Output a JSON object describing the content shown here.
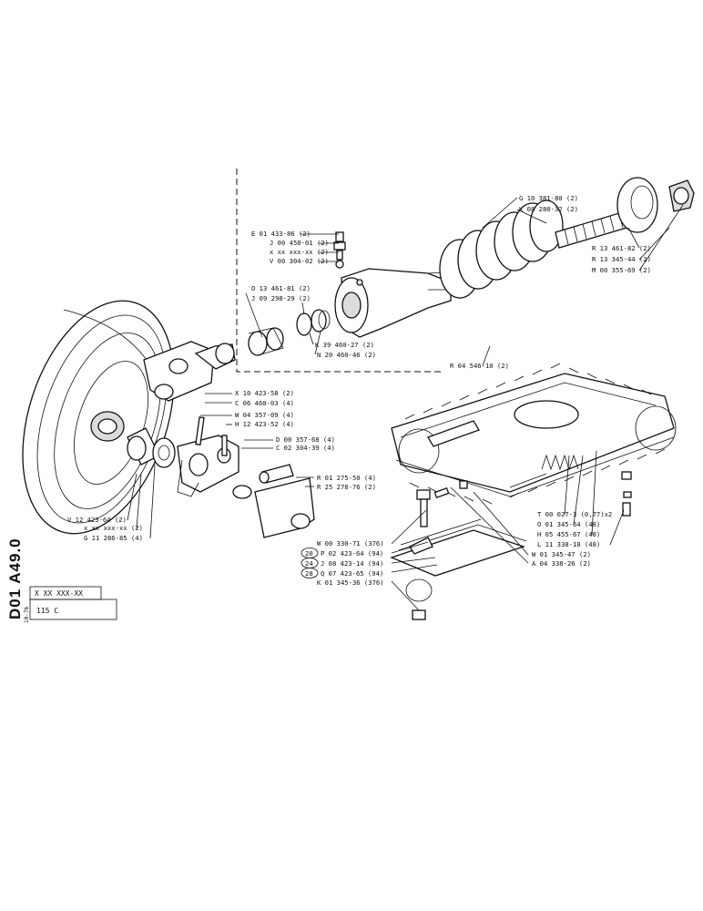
{
  "drawing": {
    "code": "D01 A49.0",
    "code_suffix": "10-76",
    "part_code": "X XX XXX-XX",
    "model": "115 C"
  },
  "labels": {
    "e0143386": "E 01 433-86 (2)",
    "j0045801": "J 00 458-01 (2)",
    "xxxxx": "x xx xxx-xx (2)",
    "v0030402": "V 00 304-02 (2)",
    "o1346181": "O 13 461-81 (2)",
    "j0929829": "J 09 298-29 (2)",
    "k3946027": "K 39 460-27 (2)",
    "n2046046": "N 20 460-46 (2)",
    "g1038180": "G 10 381-80 (2)",
    "k0828032": "K 08 280-32 (2)",
    "r1346182": "R 13 461-82 (2)",
    "r1334544": "R 13 345-44 (2)",
    "m0035569": "M 00 355-69 (2)",
    "r0454610": "R 04 546-10 (2)",
    "x1042358": "X 10 423-58 (2)",
    "c0646003": "C 06 460-03 (4)",
    "w0435709": "W 04 357-09 (4)",
    "h1242352": "H 12 423-52 (4)",
    "d0035768": "D 00 357-68 (4)",
    "c0230439": "C 02 304-39 (4)",
    "r0127550": "R 01 275-50 (4)",
    "r2527876": "R 25 278-76 (2)",
    "v1242364": "V 12 423-64 (2)",
    "xxxxx2": "x xx xxx-xx (2)",
    "g1128685": "G 11 286-85 (4)",
    "t0002731": "T 00 027-3 (0,77)x2",
    "o0134564": "O 01 345-64 (48)",
    "h0545567": "H 05 455-67 (48)",
    "l1133818": "L 11 338-18 (48)",
    "w0134547": "W 01 345-47 (2)",
    "a0433826": "A 04 338-26 (2)",
    "w0033071": "W 00 330-71 (376)",
    "p0242364": "P 02 423-64 (94)",
    "j0842314": "J 08 423-14 (94)",
    "q0742365": "Q 07 423-65 (94)",
    "k0134536": "K 01 345-36 (376)",
    "n20": "20",
    "n24": "24",
    "n28": "28"
  }
}
